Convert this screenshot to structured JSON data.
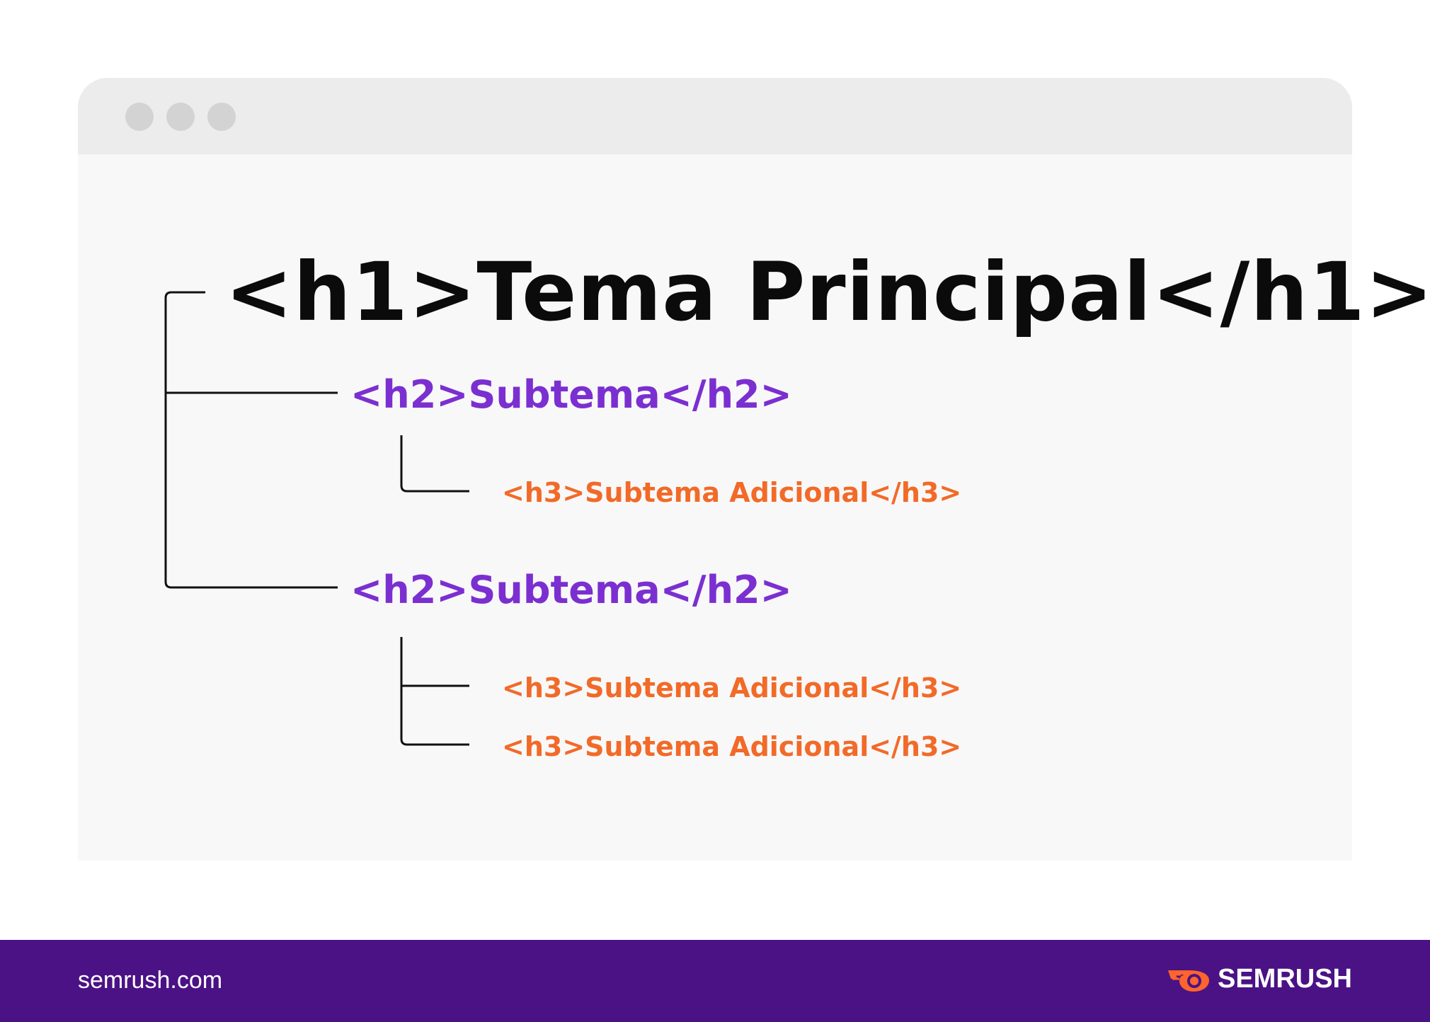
{
  "colors": {
    "h1": "#0b0b0b",
    "h2": "#7b2fd0",
    "h3": "#f26a28",
    "footer_bg": "#4a1285",
    "brand_icon": "#ff642d"
  },
  "headings": {
    "h1": "<h1>Tema Principal</h1>",
    "h2_first": "<h2>Subtema</h2>",
    "h3_first": "<h3>Subtema Adicional</h3>",
    "h2_second": "<h2>Subtema</h2>",
    "h3_second": "<h3>Subtema Adicional</h3>",
    "h3_third": "<h3>Subtema Adicional</h3>"
  },
  "footer": {
    "url": "semrush.com",
    "brand": "SEMRUSH",
    "brand_icon": "semrush-flame-icon"
  }
}
